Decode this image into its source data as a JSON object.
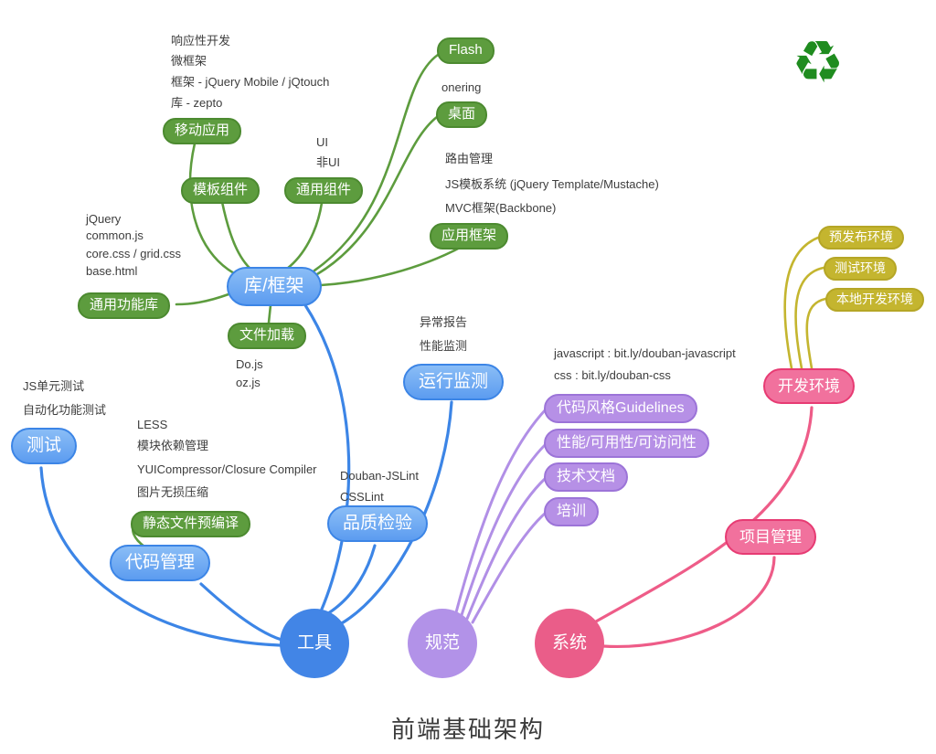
{
  "title": "前端基础架构",
  "recycle_icon": "♻",
  "nodes": {
    "tools": "工具",
    "standards": "规范",
    "systems": "系统",
    "library_framework": "库/框架",
    "mobile_app": "移动应用",
    "template_components": "模板组件",
    "common_components": "通用组件",
    "flash": "Flash",
    "desktop": "桌面",
    "app_framework": "应用框架",
    "common_function_lib": "通用功能库",
    "file_loading": "文件加载",
    "monitoring": "运行监测",
    "testing": "测试",
    "code_management": "代码管理",
    "static_precompile": "静态文件预编译",
    "quality_check": "品质检验",
    "code_style": "代码风格Guidelines",
    "perf_usability": "性能/可用性/可访问性",
    "tech_docs": "技术文档",
    "training": "培训",
    "dev_environment": "开发环境",
    "project_management": "项目管理",
    "staging_env": "预发布环境",
    "test_env": "测试环境",
    "local_dev_env": "本地开发环境"
  },
  "annotations": {
    "responsive_dev": "响应性开发",
    "micro_framework": "微框架",
    "framework_jquery_mobile": "框架 - jQuery Mobile / jQtouch",
    "lib_zepto": "库 - zepto",
    "ui": "UI",
    "non_ui": "非UI",
    "onering": "onering",
    "routing": "路由管理",
    "js_template": "JS模板系统 (jQuery Template/Mustache)",
    "mvc_framework": "MVC框架(Backbone)",
    "jquery": "jQuery",
    "common_js": "common.js",
    "core_grid_css": "core.css / grid.css",
    "base_html": "base.html",
    "do_js": "Do.js",
    "oz_js": "oz.js",
    "error_report": "异常报告",
    "perf_monitor": "性能监测",
    "js_guideline_url": "javascript : bit.ly/douban-javascript",
    "css_guideline_url": "css : bit.ly/douban-css",
    "js_unit_test": "JS单元测试",
    "auto_func_test": "自动化功能测试",
    "less": "LESS",
    "module_dependency": "模块依赖管理",
    "yui_compressor": "YUICompressor/Closure Compiler",
    "image_compression": "图片无损压缩",
    "douban_jslint": "Douban-JSLint",
    "csslint": "CSSLint"
  },
  "colors": {
    "green": "#5d9c3e",
    "blue": "#3c85e6",
    "purple": "#b18fe6",
    "pink": "#ee5c88",
    "yellow": "#c4b52f",
    "text": "#3d3d3d",
    "recycle_green": "#1f8c1f"
  }
}
